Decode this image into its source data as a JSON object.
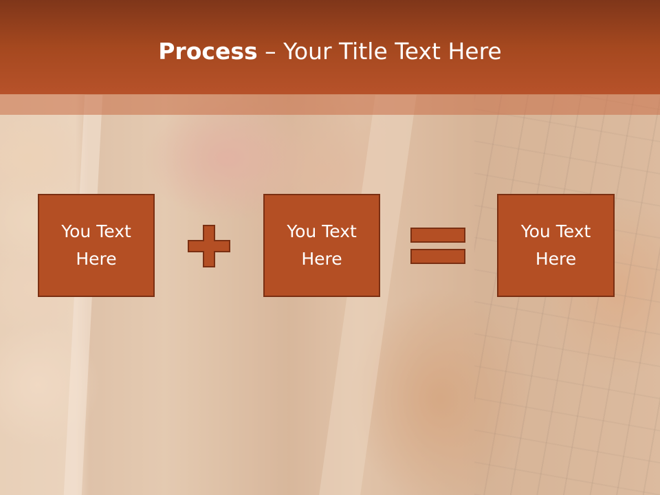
{
  "slide": {
    "title_bold": "Process",
    "title_rest": " – Your Title Text Here",
    "boxes": [
      {
        "text": "You Text Here"
      },
      {
        "text": "You Text Here"
      },
      {
        "text": "You Text Here"
      }
    ],
    "operators": [
      "plus-icon",
      "equals-icon"
    ]
  },
  "colors": {
    "title_bar": "#a5481f",
    "box_fill": "#b44f24",
    "box_border": "#7a2f12"
  }
}
